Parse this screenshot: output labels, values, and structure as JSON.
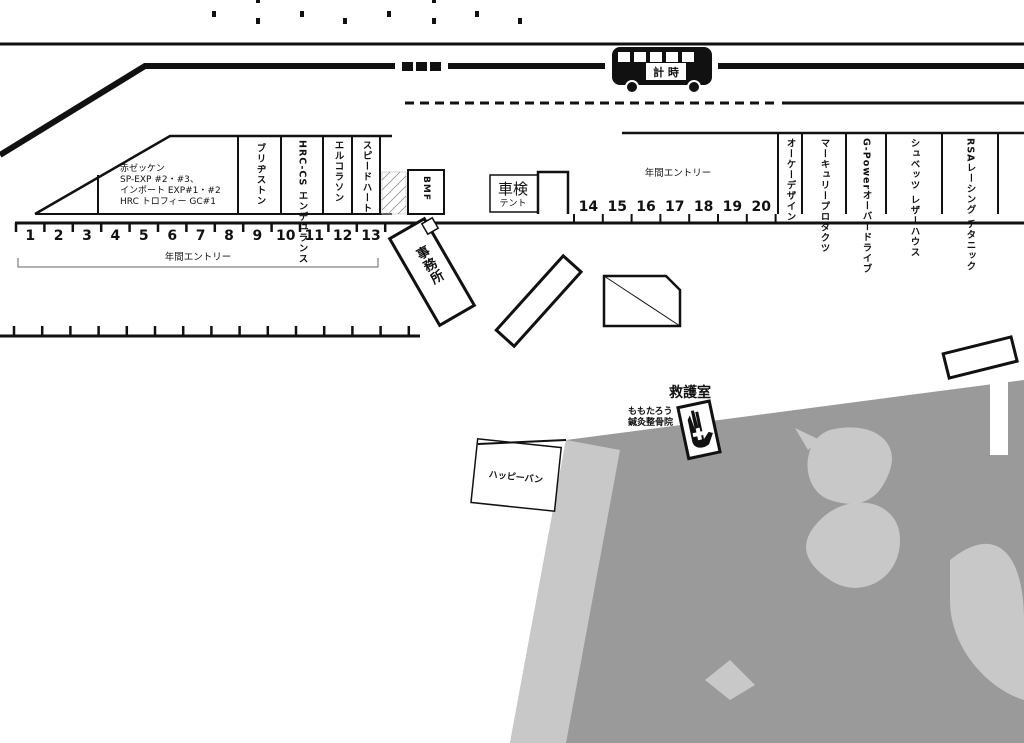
{
  "colors": {
    "ink": "#111111",
    "ground": "#9a9a9a",
    "ground_light": "#c8c8c8",
    "background": "#ffffff"
  },
  "timing": {
    "label": "計 時",
    "icon": "bus-icon"
  },
  "left_pits": {
    "numbers": [
      "1",
      "2",
      "3",
      "4",
      "5",
      "6",
      "7",
      "8",
      "9",
      "10",
      "11",
      "12",
      "13"
    ],
    "akazekken_lines": [
      "赤ゼッケン",
      "SP-EXP #2・#3、",
      "インポート EXP#1・#2",
      "HRC トロフィー GC#1"
    ],
    "annual_label": "年間エントリー"
  },
  "left_vertical_teams": [
    "ブリヂストン",
    "HRC-CS エンデュランス",
    "エルコラソン",
    "スピードハート"
  ],
  "bmf": "BMF",
  "shaken": {
    "title": "車検",
    "sub": "テント"
  },
  "right_pits": {
    "numbers": [
      "14",
      "15",
      "16",
      "17",
      "18",
      "19",
      "20"
    ],
    "annual_label": "年間エントリー"
  },
  "right_vertical_teams": [
    "オーケーデザイン",
    "マーキュリープロダクツ",
    "G-Powerオーバードライブ",
    "シュベッツ レザーハウス",
    "RSAレーシング チタニック"
  ],
  "office": "事務所",
  "first_aid": {
    "title": "救護室",
    "sub_lines": [
      "ももたろう",
      "鍼灸整骨院"
    ],
    "icon": "hand-cross-icon"
  },
  "happy_van": "ハッピーバン"
}
